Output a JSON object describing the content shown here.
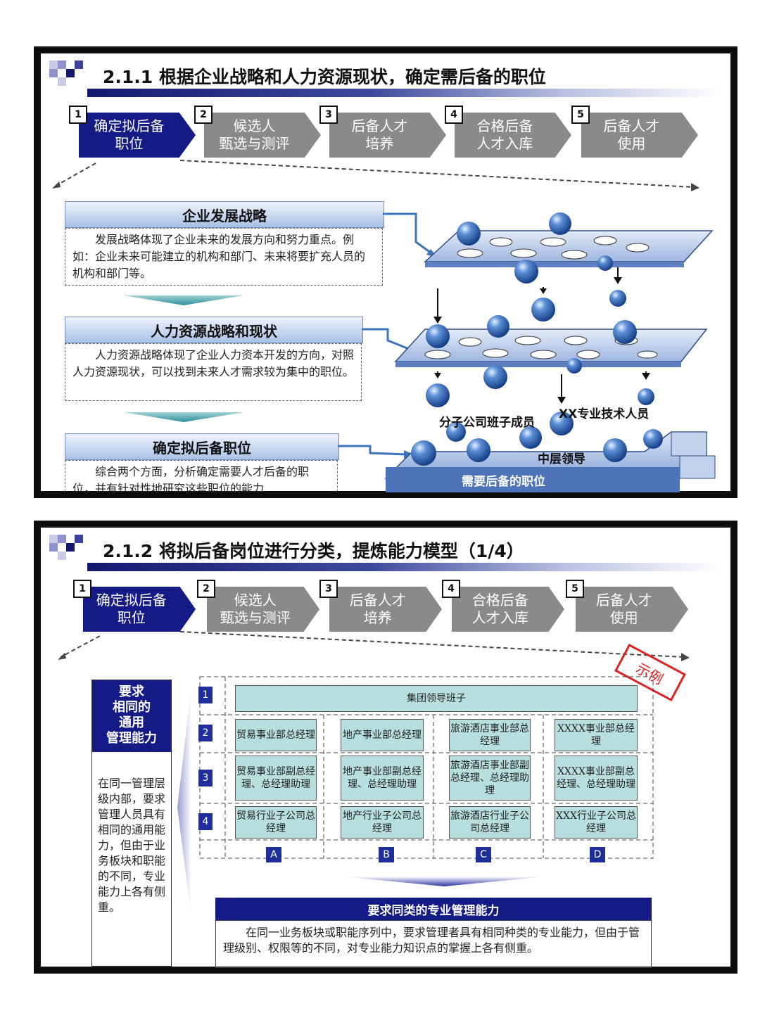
{
  "slide1": {
    "title": "2.1.1  根据企业战略和人力资源现状，确定需后备的职位",
    "steps": [
      {
        "num": "1",
        "label": "确定拟后备\n职位"
      },
      {
        "num": "2",
        "label": "候选人\n甄选与测评"
      },
      {
        "num": "3",
        "label": "后备人才\n培养"
      },
      {
        "num": "4",
        "label": "合格后备\n人才入库"
      },
      {
        "num": "5",
        "label": "后备人才\n使用"
      }
    ],
    "sections": [
      {
        "header": "企业发展战略",
        "text": "发展战略体现了企业未来的发展方向和努力重点。例如：企业未来可能建立的机构和部门、未来将要扩充人员的机构和部门等。"
      },
      {
        "header": "人力资源战略和现状",
        "text": "人力资源战略体现了企业人力资本开发的方向，对照人力资源现状，可以找到未来人才需求较为集中的职位。"
      },
      {
        "header": "确定拟后备职位",
        "text": "综合两个方面，分析确定需要人才后备的职位，并有针对性地研究这些职位的能力"
      }
    ],
    "diagram_labels": {
      "subsidiary": "分子公司班子成员",
      "tech": "XX专业技术人员",
      "middle": "中层领导",
      "base": "需要后备的职位"
    }
  },
  "slide2": {
    "title": "2.1.2  将拟后备岗位进行分类，提炼能力模型（1/4）",
    "steps": [
      {
        "num": "1",
        "label": "确定拟后备\n职位"
      },
      {
        "num": "2",
        "label": "候选人\n甄选与测评"
      },
      {
        "num": "3",
        "label": "后备人才\n培养"
      },
      {
        "num": "4",
        "label": "合格后备\n人才入库"
      },
      {
        "num": "5",
        "label": "后备人才\n使用"
      }
    ],
    "stamp": "示例",
    "left_header": "要求\n相同的\n通用\n管理能力",
    "left_text": "在同一管理层级内部，要求管理人员具有相同的通用能力，但由于业务板块和职能的不同，专业能力上各有侧重。",
    "row_numbers": [
      "1",
      "2",
      "3",
      "4"
    ],
    "col_letters": [
      "A",
      "B",
      "C",
      "D"
    ],
    "top_cell": "集团领导班子",
    "grid": [
      [
        "贸易事业部总经理",
        "地产事业部总经理",
        "旅游酒店事业部总经理",
        "XXXX事业部总经理"
      ],
      [
        "贸易事业部副总经理、总经理助理",
        "地产事业部副总经理、总经理助理",
        "旅游酒店事业部副总经理、总经理助理",
        "XXXX事业部副总经理、总经理助理"
      ],
      [
        "贸易行业子公司总经理",
        "地产行业子公司总经理",
        "旅游酒店行业子公司总经理",
        "XXX行业子公司总经理"
      ]
    ],
    "bottom_header": "要求同类的专业管理能力",
    "bottom_text": "在同一业务板块或职能序列中，要求管理者具有相同种类的专业能力，但由于管理级别、权限等的不同，对专业能力知识点的掌握上各有侧重。"
  },
  "colors": {
    "navy": "#141a86",
    "step_gray": "#8a8a8a",
    "cell_teal": "#b8dfe0",
    "sphere": "#2a5fae",
    "plate": "#c9d6ee",
    "stamp_red": "#dd2222"
  }
}
